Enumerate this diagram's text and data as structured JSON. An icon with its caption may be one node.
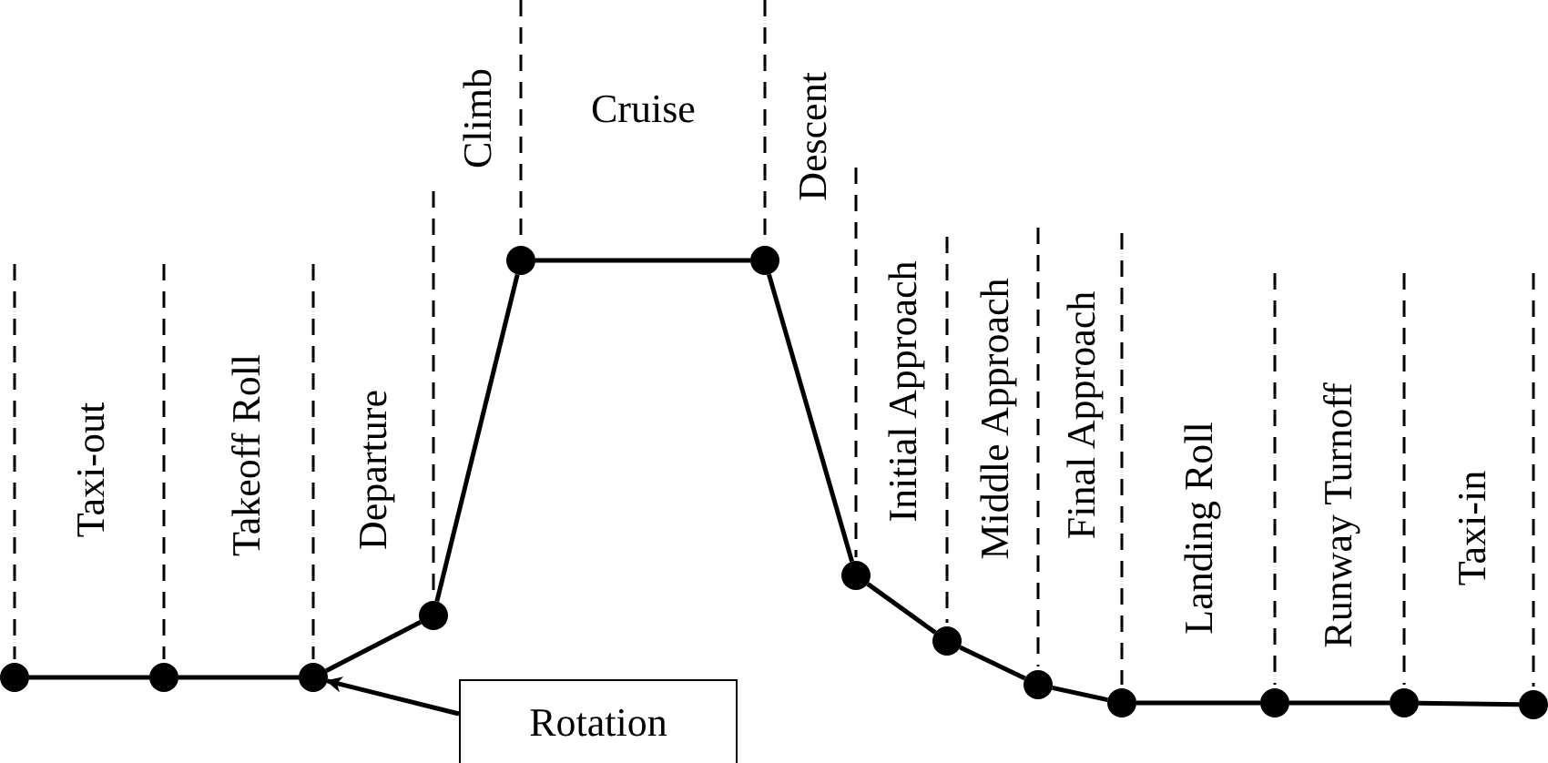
{
  "diagram": {
    "nodes": [
      {
        "text": [],
        "shape": "circle"
      },
      {
        "text": [],
        "shape": "circle"
      },
      {
        "text": [],
        "shape": "circle"
      },
      {
        "text": [],
        "shape": "circle"
      },
      {
        "text": [],
        "shape": "circle"
      },
      {
        "text": [],
        "shape": "circle"
      },
      {
        "text": [],
        "shape": "circle"
      },
      {
        "text": [],
        "shape": "circle"
      },
      {
        "text": [],
        "shape": "circle"
      },
      {
        "text": [],
        "shape": "circle"
      },
      {
        "text": [],
        "shape": "circle"
      },
      {
        "text": [],
        "shape": "circle"
      },
      {
        "text": [],
        "shape": "circle"
      },
      {
        "text": [
          "Rotation"
        ]
      }
    ],
    "edges": [
      {
        "from": 0,
        "to": 1,
        "arrow": "none"
      },
      {
        "from": 1,
        "to": 2,
        "arrow": "none"
      },
      {
        "from": 2,
        "to": 3,
        "arrow": "none"
      },
      {
        "from": 3,
        "to": 4,
        "arrow": "none"
      },
      {
        "from": 4,
        "to": 5,
        "arrow": "none"
      },
      {
        "from": 5,
        "to": 6,
        "arrow": "none"
      },
      {
        "from": 6,
        "to": 7,
        "arrow": "none"
      },
      {
        "from": 7,
        "to": 8,
        "arrow": "none"
      },
      {
        "from": 8,
        "to": 9,
        "arrow": "none"
      },
      {
        "from": 9,
        "to": 10,
        "arrow": "none"
      },
      {
        "from": 10,
        "to": 11,
        "arrow": "none"
      },
      {
        "from": 11,
        "to": 12,
        "arrow": "none"
      },
      {
        "from": 13,
        "to": 2,
        "arrow": "to"
      }
    ],
    "labels": [
      "Taxi-out",
      "Takeoff Roll",
      "Departure",
      "Climb",
      "Cruise",
      "Descent",
      "Initial Approach",
      "Middle Approach",
      "Final Approach",
      "Landing Roll",
      "Runway Turnoff",
      "Taxi-in"
    ]
  }
}
